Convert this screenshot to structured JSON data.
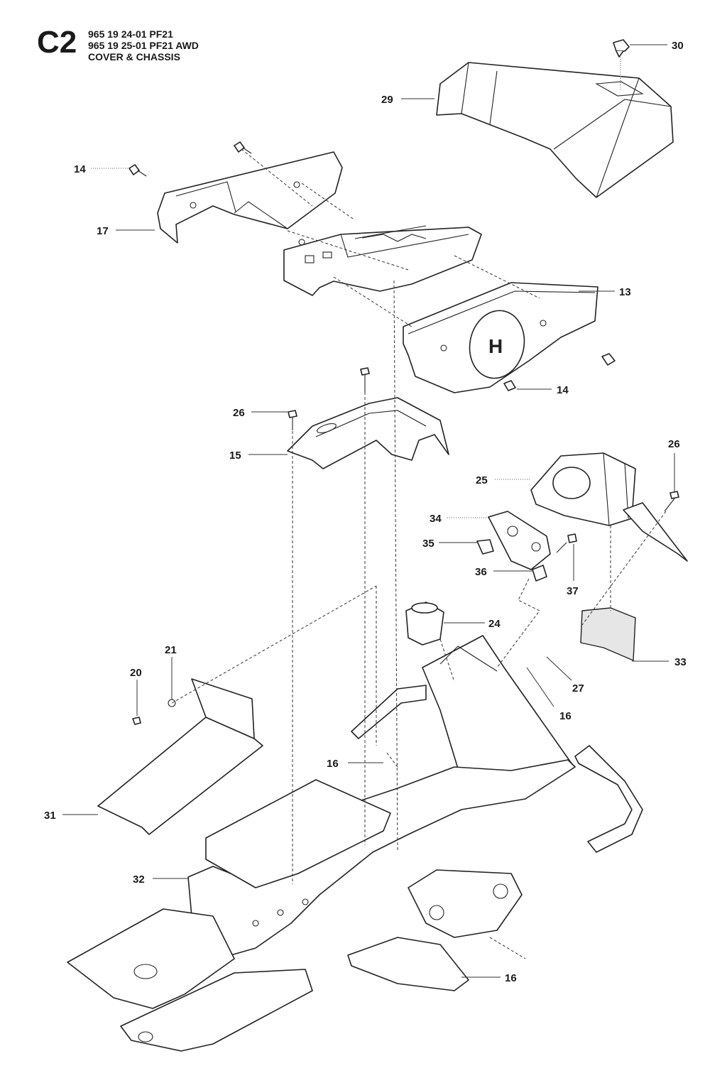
{
  "header": {
    "page_code": "C2",
    "lines": [
      "965 19 24-01 PF21",
      "965 19 25-01 PF21 AWD",
      "COVER & CHASSIS"
    ]
  },
  "callouts": [
    {
      "id": "c30",
      "label": "30"
    },
    {
      "id": "c29",
      "label": "29"
    },
    {
      "id": "c14a",
      "label": "14"
    },
    {
      "id": "c17",
      "label": "17"
    },
    {
      "id": "c13",
      "label": "13"
    },
    {
      "id": "c14b",
      "label": "14"
    },
    {
      "id": "c26a",
      "label": "26"
    },
    {
      "id": "c15",
      "label": "15"
    },
    {
      "id": "c26b",
      "label": "26"
    },
    {
      "id": "c25",
      "label": "25"
    },
    {
      "id": "c34",
      "label": "34"
    },
    {
      "id": "c35",
      "label": "35"
    },
    {
      "id": "c36",
      "label": "36"
    },
    {
      "id": "c37",
      "label": "37"
    },
    {
      "id": "c24",
      "label": "24"
    },
    {
      "id": "c21",
      "label": "21"
    },
    {
      "id": "c20",
      "label": "20"
    },
    {
      "id": "c33",
      "label": "33"
    },
    {
      "id": "c27",
      "label": "27"
    },
    {
      "id": "c16a",
      "label": "16"
    },
    {
      "id": "c16b",
      "label": "16"
    },
    {
      "id": "c31",
      "label": "31"
    },
    {
      "id": "c32",
      "label": "32"
    },
    {
      "id": "c16c",
      "label": "16"
    }
  ]
}
